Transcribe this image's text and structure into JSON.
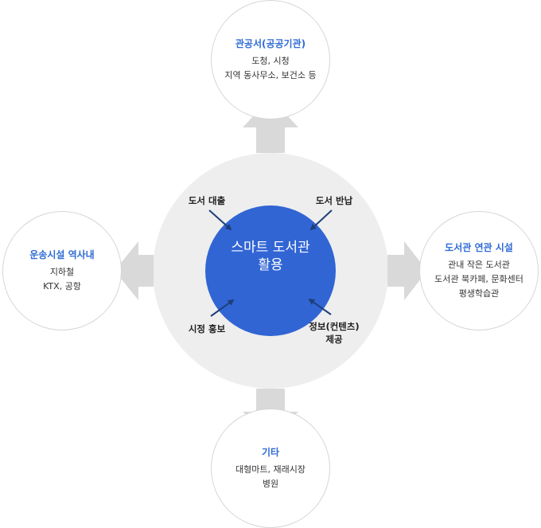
{
  "hub": {
    "title_line1": "스마트 도서관",
    "title_line2": "활용"
  },
  "activities": {
    "loan": "도서 대출",
    "return": "도서 반납",
    "promo": "시정 홍보",
    "info_line1": "정보(컨텐츠)",
    "info_line2": "제공"
  },
  "nodes": {
    "top": {
      "title": "관공서(공공기관)",
      "lines": [
        "도청, 시청",
        "지역 동사무소, 보건소 등"
      ]
    },
    "left": {
      "title": "운송시설 역사내",
      "lines": [
        "지하철",
        "KTX, 공항"
      ]
    },
    "right": {
      "title": "도서관 연관 시설",
      "lines": [
        "관내 작은 도서관",
        "도서관 북카페, 문화센터",
        "평생학습관"
      ]
    },
    "bottom": {
      "title": "기타",
      "lines": [
        "대형마트, 재래시장",
        "병원"
      ]
    }
  },
  "colors": {
    "accent": "#2f6bd4",
    "hub": "#3165d4",
    "ring": "#eeeeee",
    "arrow": "#d9d9d9",
    "pointer": "#1e3f7a"
  }
}
